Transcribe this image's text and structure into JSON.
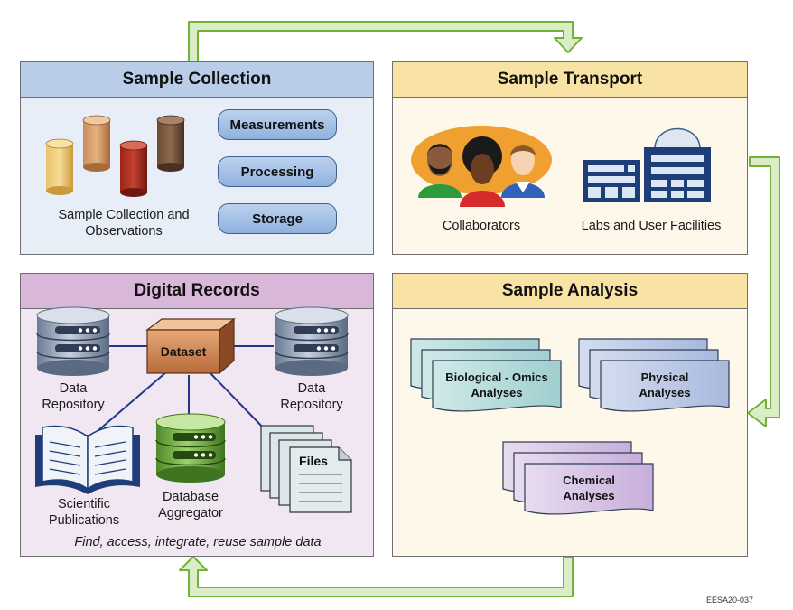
{
  "panels": {
    "sample_collection": {
      "title": "Sample Collection",
      "buttons": [
        "Measurements",
        "Processing",
        "Storage"
      ],
      "caption_line1": "Sample Collection and",
      "caption_line2": "Observations"
    },
    "sample_transport": {
      "title": "Sample Transport",
      "collaborators_label": "Collaborators",
      "labs_label": "Labs and User Facilities"
    },
    "digital_records": {
      "title": "Digital Records",
      "dataset_label": "Dataset",
      "data_repository_left_1": "Data",
      "data_repository_left_2": "Repository",
      "data_repository_right_1": "Data",
      "data_repository_right_2": "Repository",
      "publications_1": "Scientific",
      "publications_2": "Publications",
      "aggregator_1": "Database",
      "aggregator_2": "Aggregator",
      "files_label": "Files",
      "footer": "Find, access, integrate, reuse sample data"
    },
    "sample_analysis": {
      "title": "Sample Analysis",
      "biological_1": "Biological - Omics",
      "biological_2": "Analyses",
      "physical_1": "Physical",
      "physical_2": "Analyses",
      "chemical_1": "Chemical",
      "chemical_2": "Analyses"
    }
  },
  "figure_code": "EESA20-037",
  "colors": {
    "collection_bg": "#e8eef8",
    "collection_head": "#b9cde9",
    "transport_bg": "#fdf8ea",
    "transport_head": "#f8e3a5",
    "records_bg": "#f1e7f2",
    "records_head": "#d9b7d9",
    "analysis_bg": "#fdf8ea",
    "analysis_head": "#f8e3a5",
    "arrow_fill": "#dbedc6",
    "arrow_stroke": "#73b23a"
  }
}
